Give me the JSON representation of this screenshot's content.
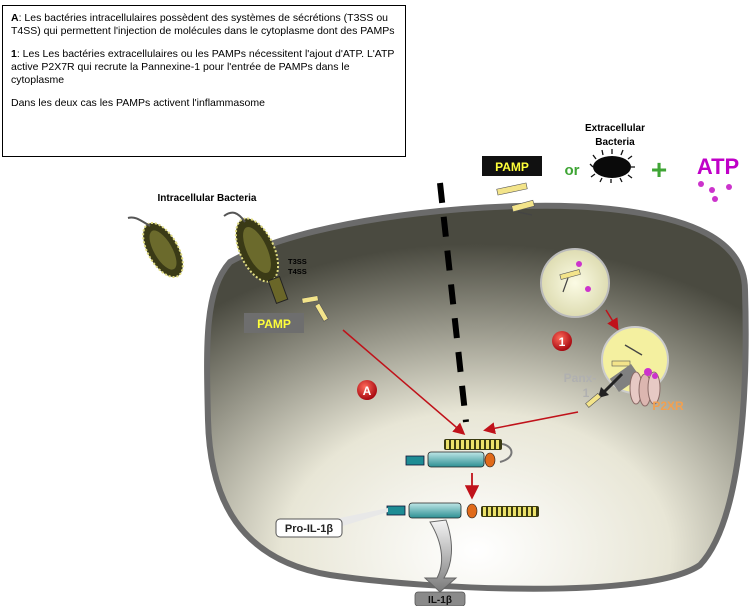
{
  "textbox": {
    "a_letter": "A",
    "a_text": ":  Les bactéries intracellulaires possèdent des systèmes de sécrétions (T3SS ou T4SS) qui permettent l'injection de molécules dans le cytoplasme dont des PAMPs",
    "one_letter": "1",
    "one_text": ":  Les Les bactéries extracellulaires ou les PAMPs nécessitent l'ajout d'ATP. L'ATP active P2X7R qui recrute la Pannexine-1 pour l'entrée de PAMPs dans le cytoplasme",
    "conclusion": "Dans les deux cas les PAMPs activent l'inflammasome"
  },
  "labels": {
    "extracellular_line1": "Extracellular",
    "extracellular_line2": "Bacteria",
    "pamp_top": "PAMP",
    "or": "or",
    "plus": "+",
    "atp": "ATP",
    "intracellular": "Intracellular Bacteria",
    "t3ss": "T3SS",
    "t4ss": "T4SS",
    "pamp_cell": "PAMP",
    "marker_a": "A",
    "marker_1": "1",
    "panx_line1": "Panx-",
    "panx_line2": "1",
    "p2xr": "P2XR",
    "pro_il1b": "Pro-IL-1β",
    "il1b": "IL-1β"
  },
  "colors": {
    "arrow_red": "#c0121a",
    "pamp_yellow": "#ffff3a",
    "plus_green": "#3fa535",
    "atp_purple": "#c000c8",
    "cell_border": "#6b6b6b"
  }
}
